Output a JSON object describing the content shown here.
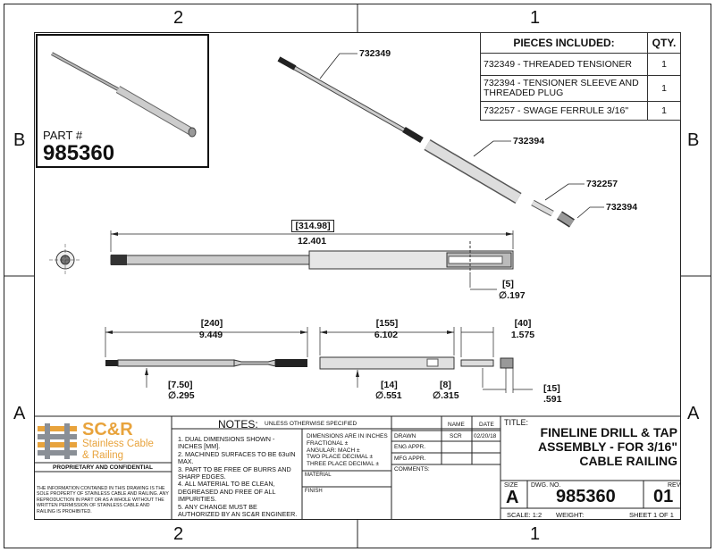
{
  "zones": {
    "top_left": "2",
    "top_right": "1",
    "bottom_left": "2",
    "bottom_right": "1",
    "left_upper": "B",
    "left_lower": "A",
    "right_upper": "B",
    "right_lower": "A"
  },
  "part_box": {
    "label": "PART #",
    "number": "985360"
  },
  "pieces_table": {
    "header_pieces": "PIECES INCLUDED:",
    "header_qty": "QTY.",
    "rows": [
      {
        "desc": "732349 - THREADED TENSIONER",
        "qty": "1"
      },
      {
        "desc": "732394 - TENSIONER SLEEVE AND THREADED PLUG",
        "qty": "1"
      },
      {
        "desc": "732257 - SWAGE FERRULE 3/16\"",
        "qty": "1"
      }
    ]
  },
  "callouts": {
    "c1": "732349",
    "c2": "732394",
    "c3": "732257",
    "c4": "732394"
  },
  "dimensions": {
    "overall_mm": "314.98",
    "overall_in": "12.401",
    "hole_mm": "5",
    "hole_in": ".197",
    "d240_mm": "240",
    "d240_in": "9.449",
    "d155_mm": "155",
    "d155_in": "6.102",
    "d40_mm": "40",
    "d40_in": "1.575",
    "d750_mm": "7.50",
    "d750_in": ".295",
    "d14_mm": "14",
    "d14_in": ".551",
    "d8_mm": "8",
    "d8_in": ".315",
    "d15_mm": "15",
    "d15_in": ".591",
    "diameter_symbol": "∅"
  },
  "title_block": {
    "logo_main": "SC&R",
    "logo_sub1": "Stainless Cable",
    "logo_sub2": "& Railing",
    "proprietary": "PROPRIETARY AND CONFIDENTIAL",
    "disclaimer": "THE INFORMATION CONTAINED IN THIS DRAWING IS THE SOLE PROPERTY OF STAINLESS CABLE AND RAILING. ANY REPRODUCTION IN PART OR AS A WHOLE WITHOUT THE WRITTEN PERMISSION OF STAINLESS CABLE AND RAILING IS PROHIBITED.",
    "notes_title": "NOTES:",
    "notes_sub": "UNLESS OTHERWISE SPECIFIED",
    "notes": [
      "1. DUAL DIMENSIONS SHOWN - INCHES [MM].",
      "2. MACHINED SURFACES TO BE 63uIN MAX.",
      "3. PART TO BE FREE OF BURRS AND SHARP EDGES.",
      "4. ALL MATERIAL TO BE CLEAN, DEGREASED AND FREE OF ALL IMPURITIES.",
      "5. ANY CHANGE MUST BE AUTHORIZED BY AN SC&R ENGINEER."
    ],
    "tol_title": "DIMENSIONS ARE IN INCHES",
    "tol_lines": [
      "FRACTIONAL ±",
      "ANGULAR: MACH ±",
      "TWO PLACE DECIMAL ±",
      "THREE PLACE DECIMAL ±"
    ],
    "material": "MATERIAL",
    "finish": "FINISH",
    "name_hdr": "NAME",
    "date_hdr": "DATE",
    "drawn": "DRAWN",
    "drawn_name": "SCR",
    "drawn_date": "02/20/18",
    "eng_appr": "ENG APPR.",
    "mfg_appr": "MFG APPR.",
    "comments": "COMMENTS:",
    "title_label": "TITLE:",
    "title_lines": [
      "FINELINE DRILL & TAP",
      "ASSEMBLY - FOR 3/16\"",
      "CABLE RAILING"
    ],
    "size_label": "SIZE",
    "size": "A",
    "dwg_label": "DWG.  NO.",
    "dwg_no": "985360",
    "rev_label": "REV",
    "rev": "01",
    "scale": "SCALE: 1:2",
    "weight": "WEIGHT:",
    "sheet": "SHEET 1 OF 1"
  },
  "colors": {
    "logo_orange": "#e8a33c",
    "logo_gray": "#8a8f96",
    "line": "#222222"
  }
}
